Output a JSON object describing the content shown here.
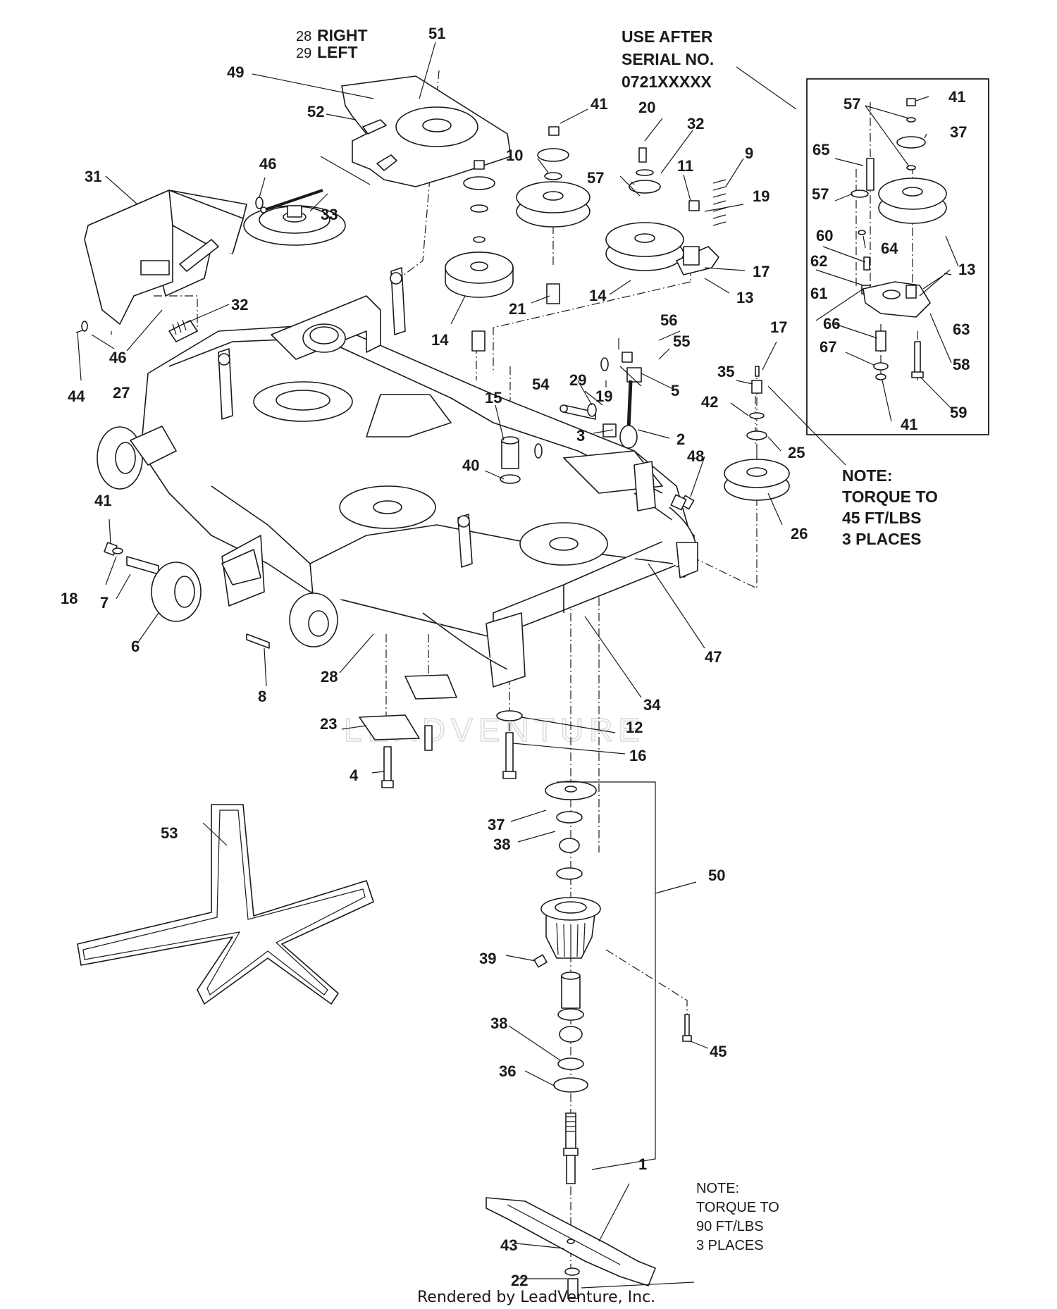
{
  "labels": [
    "1",
    "2",
    "3",
    "4",
    "5",
    "6",
    "7",
    "8",
    "9",
    "10",
    "11",
    "12",
    "13",
    "13",
    "13",
    "14",
    "14",
    "15",
    "16",
    "17",
    "17",
    "18",
    "19",
    "19",
    "20",
    "21",
    "22",
    "23",
    "25",
    "26",
    "27",
    "28",
    "29",
    "31",
    "32",
    "32",
    "33",
    "34",
    "35",
    "36",
    "37",
    "37",
    "38",
    "38",
    "39",
    "40",
    "41",
    "41",
    "41",
    "41",
    "42",
    "43",
    "44",
    "45",
    "46",
    "46",
    "47",
    "48",
    "49",
    "50",
    "51",
    "52",
    "53",
    "54",
    "55",
    "56",
    "57",
    "57",
    "57",
    "58",
    "59",
    "60",
    "61",
    "62",
    "63",
    "64",
    "65",
    "66",
    "67"
  ],
  "notes": {
    "right_left": [
      "28",
      "RIGHT",
      "29",
      "LEFT"
    ],
    "use_after": [
      "USE AFTER",
      "SERIAL NO.",
      "0721XXXXX"
    ],
    "torque_45": [
      "NOTE:",
      "TORQUE TO",
      "45 FT/LBS",
      "3 PLACES"
    ],
    "torque_90": [
      "NOTE:",
      "TORQUE TO",
      "90 FT/LBS",
      "3 PLACES"
    ]
  },
  "watermark": "LEADVENTURE",
  "footer": "Rendered by LeadVenture, Inc."
}
